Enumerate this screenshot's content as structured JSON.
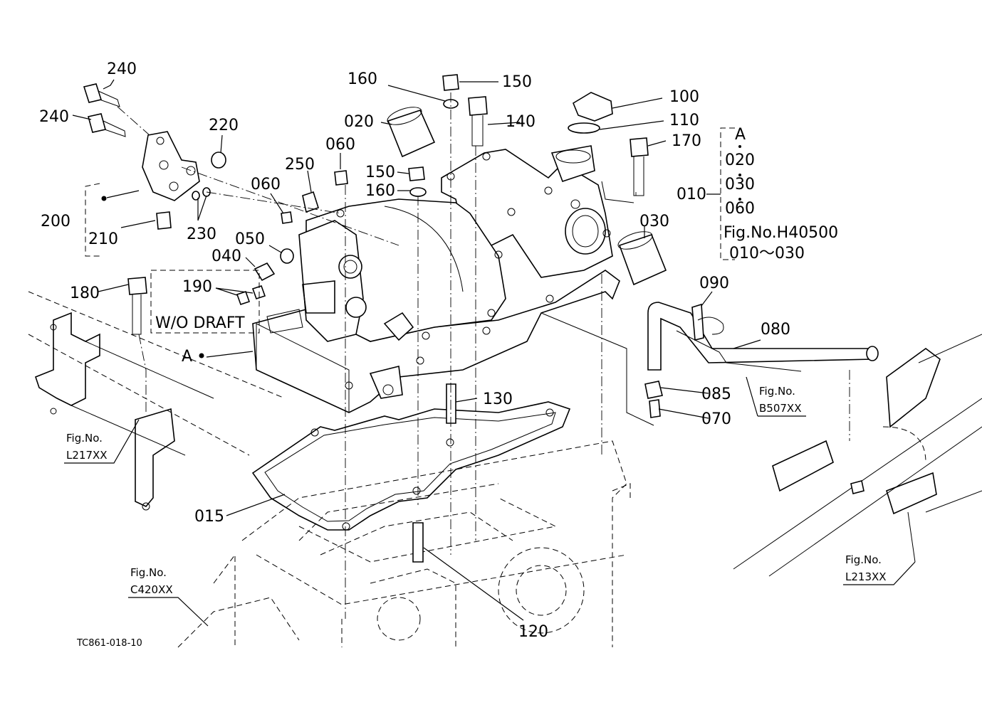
{
  "labels": {
    "p240a": "240",
    "p240b": "240",
    "p220": "220",
    "p200": "200",
    "p210": "210",
    "p230": "230",
    "p160a": "160",
    "p150a": "150",
    "p020": "020",
    "p140": "140",
    "p060a": "060",
    "p250": "250",
    "p060b": "060",
    "p150b": "150",
    "p160b": "160",
    "p050": "050",
    "p040": "040",
    "p100": "100",
    "p110": "110",
    "p170": "170",
    "p030": "030",
    "p180": "180",
    "p190": "190",
    "wo_draft": "W/O  DRAFT",
    "a_marker": "A",
    "p090": "090",
    "p080": "080",
    "p085": "085",
    "p070": "070",
    "p130": "130",
    "p015": "015",
    "p120": "120"
  },
  "group010": {
    "label": "010",
    "title": "A",
    "items": [
      "020",
      "030",
      "060"
    ],
    "fig_ref": "Fig.No.H40500",
    "range": "010～030"
  },
  "fig_refs": {
    "b507": {
      "title": "Fig.No.",
      "code": "B507XX"
    },
    "l217": {
      "title": "Fig.No.",
      "code": "L217XX"
    },
    "c420": {
      "title": "Fig.No.",
      "code": "C420XX"
    },
    "l213": {
      "title": "Fig.No.",
      "code": "L213XX"
    }
  },
  "drawing_code": "TC861-018-10"
}
